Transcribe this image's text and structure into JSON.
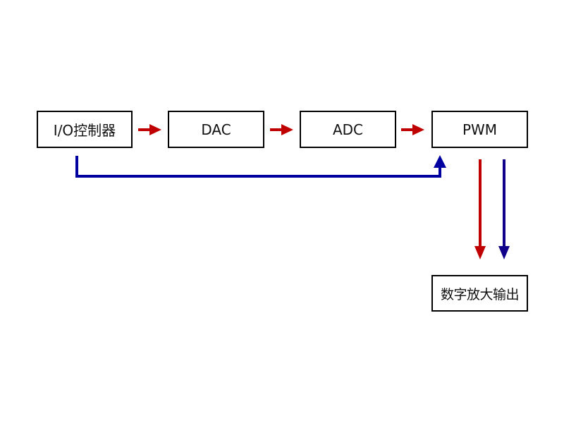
{
  "diagram": {
    "nodes": [
      {
        "id": "io",
        "label": "I/O控制器"
      },
      {
        "id": "dac",
        "label": "DAC"
      },
      {
        "id": "adc",
        "label": "ADC"
      },
      {
        "id": "pwm",
        "label": "PWM"
      },
      {
        "id": "out",
        "label": "数字放大输出"
      }
    ],
    "edges": [
      {
        "from": "io",
        "to": "dac",
        "color": "#c00000"
      },
      {
        "from": "dac",
        "to": "adc",
        "color": "#c00000"
      },
      {
        "from": "adc",
        "to": "pwm",
        "color": "#c00000"
      },
      {
        "from": "io",
        "to": "pwm",
        "color": "#0000a0",
        "route": "below"
      },
      {
        "from": "pwm",
        "to": "out",
        "color": "#c00000"
      },
      {
        "from": "pwm",
        "to": "out",
        "color": "#10008a"
      }
    ],
    "colors": {
      "red_arrow": "#c00000",
      "blue_arrow": "#0000a0",
      "navy_arrow": "#10008a",
      "box_border": "#000000"
    }
  }
}
